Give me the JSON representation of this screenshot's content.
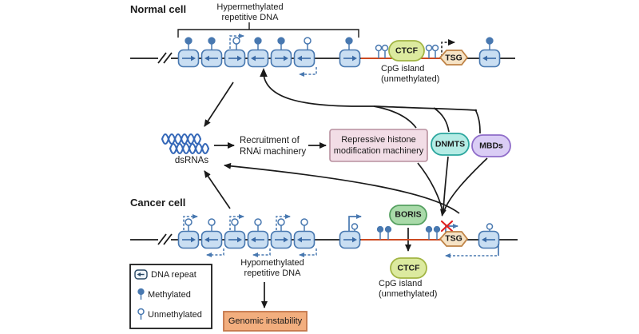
{
  "normal": {
    "section_label": "Normal cell",
    "hyper_line1": "Hypermethylated",
    "hyper_line2": "repetitive DNA",
    "cpg_line1": "CpG island",
    "cpg_line2": "(unmethylated)",
    "ctcf": "CTCF",
    "tsg": "TSG"
  },
  "middle": {
    "dsrnas": "dsRNAs",
    "recruit_line1": "Recruitment of",
    "recruit_line2": "RNAi machinery",
    "repressive_line1": "Repressive histone",
    "repressive_line2": "modification machinery",
    "dnmts": "DNMTS",
    "mbds": "MBDs"
  },
  "cancer": {
    "section_label": "Cancer cell",
    "boris": "BORIS",
    "ctcf": "CTCF",
    "tsg": "TSG",
    "cpg_line1": "CpG island",
    "cpg_line2": "(unmethylated)",
    "hypo_line1": "Hypomethylated",
    "hypo_line2": "repetitive DNA",
    "genomic": "Genomic instability"
  },
  "legend": {
    "items": [
      {
        "label": "DNA repeat"
      },
      {
        "label": "Methylated"
      },
      {
        "label": "Unmethylated"
      }
    ]
  },
  "colors": {
    "dna_line": "#1a1a1a",
    "arrow_black": "#1a1a1a",
    "cpg_island_line": "#cc4a22",
    "repeat_fill": "#c9def2",
    "repeat_stroke": "#4878b0",
    "repeat_arrow": "#3a6aa6",
    "methyl_blue": "#4878b0",
    "ctcf_fill": "#dcea9f",
    "ctcf_stroke": "#a2b544",
    "tsg_fill": "#f6e3c5",
    "tsg_stroke": "#bf8346",
    "repressive_fill": "#f2dde6",
    "repressive_stroke": "#b8909f",
    "dnmts_fill": "#b5ece5",
    "dnmts_stroke": "#2ba69e",
    "mbds_fill": "#dacdf5",
    "mbds_stroke": "#8f6cc9",
    "boris_fill": "#a9daa9",
    "boris_stroke": "#55a060",
    "genomic_fill": "#f2ae7e",
    "genomic_stroke": "#c4764a",
    "dsrna_blue": "#3568b8",
    "x_red": "#e02020"
  }
}
